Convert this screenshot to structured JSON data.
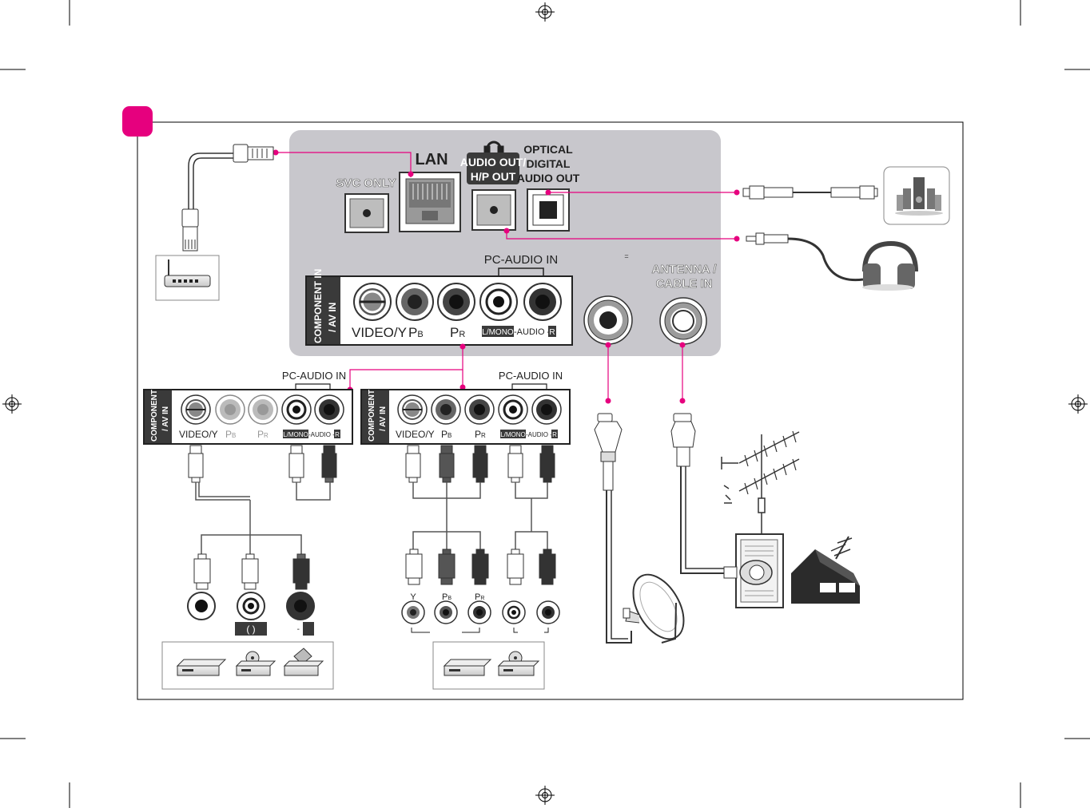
{
  "panel": {
    "lan_label": "LAN",
    "svc_label": "SVC ONLY",
    "audio_out_label_1": "AUDIO OUT/",
    "audio_out_label_2": "H/P OUT",
    "optical_label_1": "OPTICAL",
    "optical_label_2": "DIGITAL",
    "optical_label_3": "AUDIO OUT",
    "pc_audio_in": "PC-AUDIO IN",
    "component_label_1": "COMPONENT IN",
    "component_label_2": "/ AV IN",
    "video_y": "VIDEO/Y",
    "pb_main": "P",
    "pb_sub": "B",
    "pr_main": "P",
    "pr_sub": "R",
    "l_mono": "L/MONO",
    "audio_word": "-AUDIO -",
    "r_label": "R",
    "antenna_1": "ANTENNA /",
    "antenna_2": "CABLE IN",
    "small_mark": "="
  },
  "av_panel": {
    "pc_audio_in": "PC-AUDIO IN",
    "component_label_1": "COMPONENT IN",
    "component_label_2": "/ AV IN",
    "video_y": "VIDEO/Y",
    "l_mono": "L/MONO",
    "audio_word": "-AUDIO -",
    "r_label": "R"
  },
  "comp_panel": {
    "pc_audio_in": "PC-AUDIO IN",
    "component_label_1": "COMPONENT IN",
    "component_label_2": "/ AV IN",
    "video_y": "VIDEO/Y",
    "l_mono": "L/MONO",
    "audio_word": "-AUDIO -",
    "r_label": "R",
    "y_label": "Y"
  },
  "av_device_labels": {
    "mono_paren": "(      )",
    "r_box": "-"
  },
  "colors": {
    "accent": "#e6007e",
    "panel": "#c8c7cc",
    "dark": "#231f20"
  }
}
